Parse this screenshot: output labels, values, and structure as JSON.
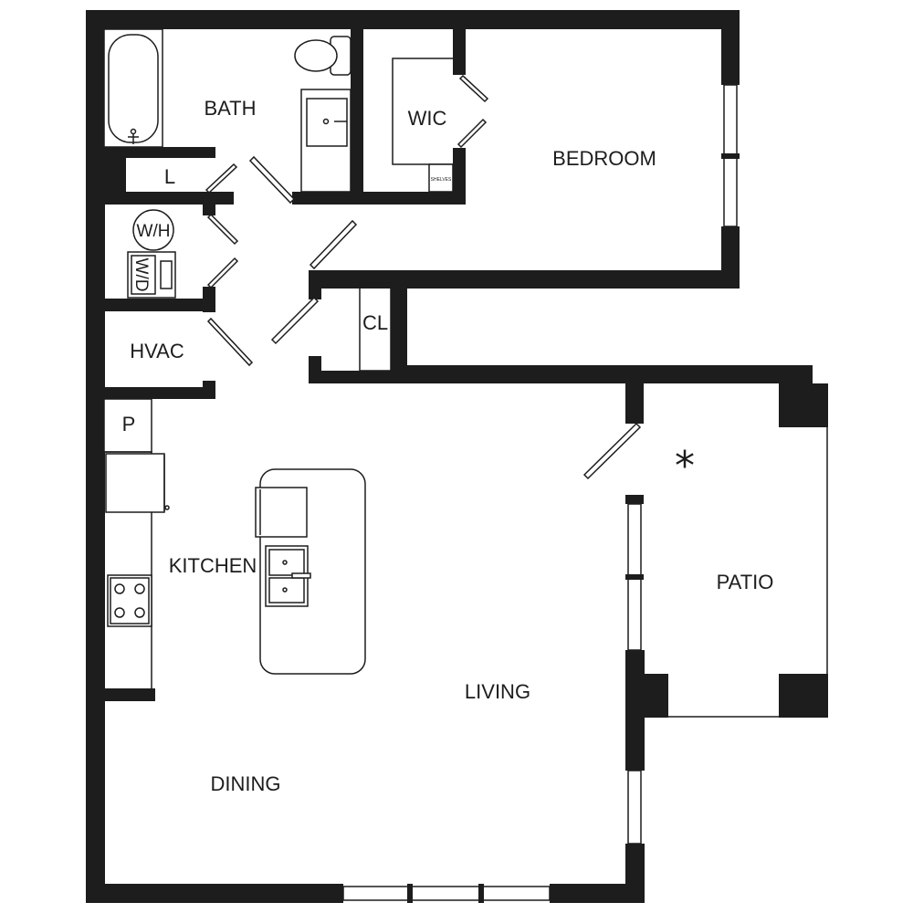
{
  "rooms": {
    "bath": "BATH",
    "wic": "WIC",
    "bedroom": "BEDROOM",
    "linen": "L",
    "water_heater": "W/H",
    "washer_dryer": "W/D",
    "closet": "CL",
    "hvac": "HVAC",
    "pantry": "P",
    "kitchen": "KITCHEN",
    "living": "LIVING",
    "dining": "DINING",
    "patio": "PATIO"
  },
  "notes": {
    "shelves": "SHELVES",
    "patio_marker": "*"
  },
  "colors": {
    "wall": "#1d1d1d",
    "background": "#ffffff"
  }
}
